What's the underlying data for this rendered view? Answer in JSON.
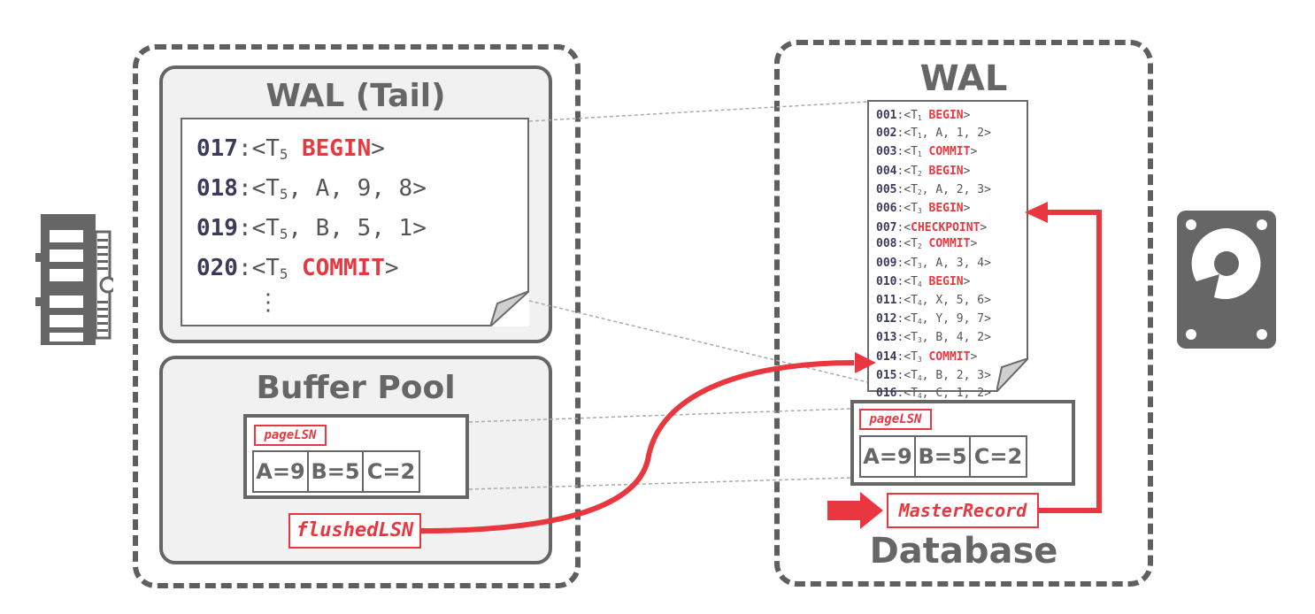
{
  "memory": {
    "icon": "ram-icon",
    "wal_tail": {
      "title": "WAL (Tail)",
      "records": [
        {
          "lsn": "017",
          "txn": "5",
          "body": "",
          "keyword": "BEGIN"
        },
        {
          "lsn": "018",
          "txn": "5",
          "body": ", A, 9, 8",
          "keyword": ""
        },
        {
          "lsn": "019",
          "txn": "5",
          "body": ", B, 5, 1",
          "keyword": ""
        },
        {
          "lsn": "020",
          "txn": "5",
          "body": "",
          "keyword": "COMMIT"
        }
      ],
      "ellipsis": "⋮"
    },
    "buffer_pool": {
      "title": "Buffer Pool",
      "page_lsn_label": "pageLSN",
      "cells": [
        "A=9",
        "B=5",
        "C=2"
      ],
      "flushed_lsn_label": "flushedLSN"
    }
  },
  "disk": {
    "icon": "hard-drive-icon",
    "wal": {
      "title": "WAL",
      "records": [
        {
          "lsn": "001",
          "txn": "1",
          "body": "",
          "keyword": "BEGIN"
        },
        {
          "lsn": "002",
          "txn": "1",
          "body": ", A, 1, 2",
          "keyword": ""
        },
        {
          "lsn": "003",
          "txn": "1",
          "body": "",
          "keyword": "COMMIT"
        },
        {
          "lsn": "004",
          "txn": "2",
          "body": "",
          "keyword": "BEGIN"
        },
        {
          "lsn": "005",
          "txn": "2",
          "body": ", A, 2, 3",
          "keyword": ""
        },
        {
          "lsn": "006",
          "txn": "3",
          "body": "",
          "keyword": "BEGIN"
        },
        {
          "lsn": "007",
          "txn": "",
          "body": "",
          "keyword": "CHECKPOINT"
        },
        {
          "lsn": "008",
          "txn": "2",
          "body": "",
          "keyword": "COMMIT"
        },
        {
          "lsn": "009",
          "txn": "3",
          "body": ", A, 3, 4",
          "keyword": ""
        },
        {
          "lsn": "010",
          "txn": "4",
          "body": "",
          "keyword": "BEGIN"
        },
        {
          "lsn": "011",
          "txn": "4",
          "body": ", X, 5, 6",
          "keyword": ""
        },
        {
          "lsn": "012",
          "txn": "4",
          "body": ", Y, 9, 7",
          "keyword": ""
        },
        {
          "lsn": "013",
          "txn": "3",
          "body": ", B, 4, 2",
          "keyword": ""
        },
        {
          "lsn": "014",
          "txn": "3",
          "body": "",
          "keyword": "COMMIT"
        },
        {
          "lsn": "015",
          "txn": "4",
          "body": ", B, 2, 3",
          "keyword": ""
        },
        {
          "lsn": "016",
          "txn": "4",
          "body": ", C, 1, 2",
          "keyword": ""
        }
      ]
    },
    "page": {
      "page_lsn_label": "pageLSN",
      "cells": [
        "A=9",
        "B=5",
        "C=2"
      ]
    },
    "master_record_label": "MasterRecord",
    "title": "Database"
  },
  "colors": {
    "accent_red": "#e8373f",
    "gray": "#666666",
    "lsn_navy": "#3a3a5a",
    "panel_bg": "#f1f1f1"
  }
}
